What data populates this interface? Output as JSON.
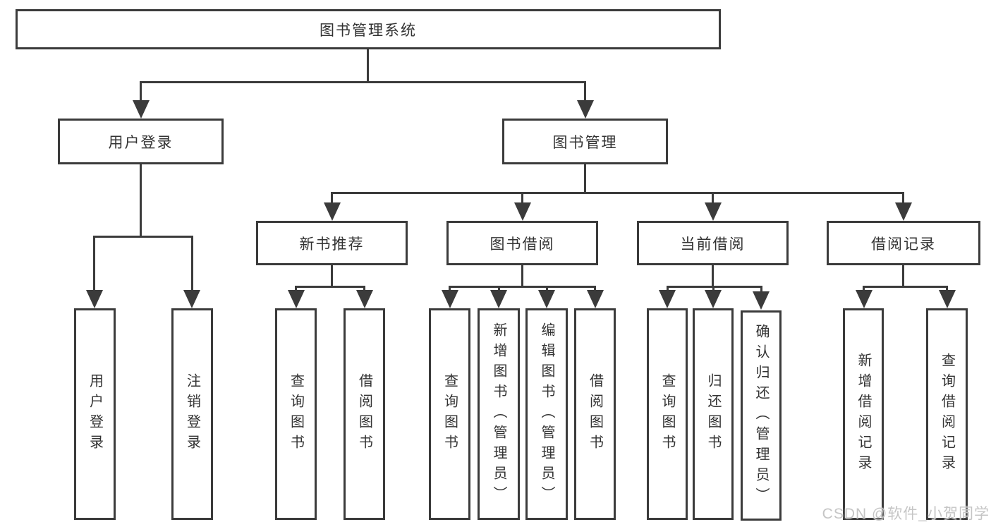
{
  "colors": {
    "line": "#3b3b3b",
    "text": "#333333",
    "watermark": "#c5c5c5"
  },
  "tree": {
    "root": {
      "label": "图书管理系统"
    },
    "branches": [
      {
        "label": "用户登录",
        "children": [
          {
            "label": "用户登录"
          },
          {
            "label": "注销登录"
          }
        ]
      },
      {
        "label": "图书管理",
        "children": [
          {
            "label": "新书推荐",
            "children": [
              {
                "label": "查询图书"
              },
              {
                "label": "借阅图书"
              }
            ]
          },
          {
            "label": "图书借阅",
            "children": [
              {
                "label": "查询图书"
              },
              {
                "label": "新增图书（管理员）"
              },
              {
                "label": "编辑图书（管理员）"
              },
              {
                "label": "借阅图书"
              }
            ]
          },
          {
            "label": "当前借阅",
            "children": [
              {
                "label": "查询图书"
              },
              {
                "label": "归还图书"
              },
              {
                "label": "确认归还（管理员）"
              }
            ]
          },
          {
            "label": "借阅记录",
            "children": [
              {
                "label": "新增借阅记录"
              },
              {
                "label": "查询借阅记录"
              }
            ]
          }
        ]
      }
    ]
  },
  "watermark": "CSDN @软件_小贺同学"
}
